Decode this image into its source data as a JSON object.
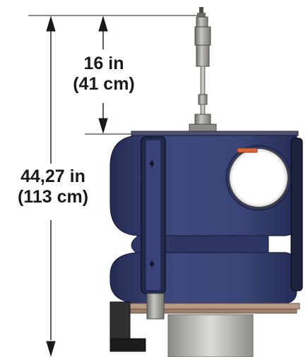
{
  "dimensions": {
    "short": {
      "imperial": "16 in",
      "metric": "(41 cm)"
    },
    "total": {
      "imperial": "44,27 in",
      "metric": "(113 cm)"
    }
  },
  "colors": {
    "body_navy": "#3a4577",
    "body_navy_dark": "#252d55",
    "body_highlight": "#5a66a0",
    "metal_grey": "#9a9a94",
    "metal_dark": "#5e5e5a",
    "accent_orange": "#d9643a",
    "dimension_line": "#1a1a1a"
  }
}
